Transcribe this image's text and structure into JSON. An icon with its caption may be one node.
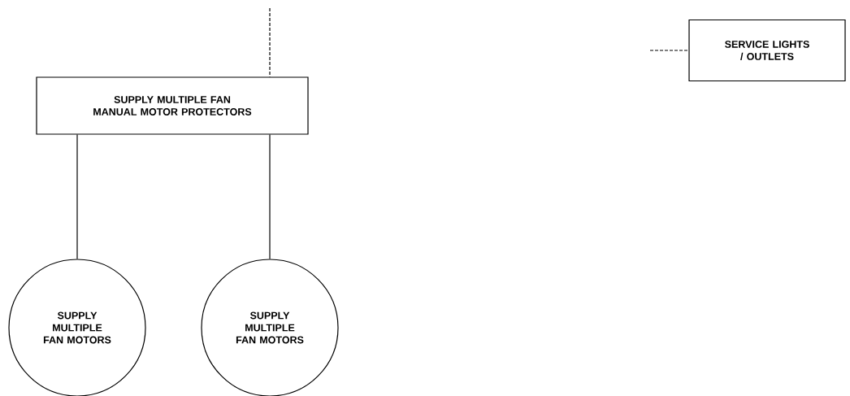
{
  "diagram": {
    "nodes": [
      {
        "text": [
          "SUPPLY MULTIPLE FAN MANUAL MOTOR PROTECTORS"
        ]
      },
      {
        "text": [
          "SUPPLY MULTIPLE FAN MOTORS"
        ]
      },
      {
        "text": [
          "SUPPLY MULTIPLE FAN MOTORS"
        ]
      },
      {
        "text": [
          "SERVICE LIGHTS / OUTLETS"
        ]
      }
    ],
    "edges": [
      {
        "from": null,
        "to": 0,
        "arrow": "none",
        "style": "dashed"
      },
      {
        "from": 0,
        "to": 1,
        "arrow": "none"
      },
      {
        "from": 0,
        "to": 2,
        "arrow": "none"
      },
      {
        "from": null,
        "to": 3,
        "arrow": "none",
        "style": "dashed"
      }
    ]
  }
}
